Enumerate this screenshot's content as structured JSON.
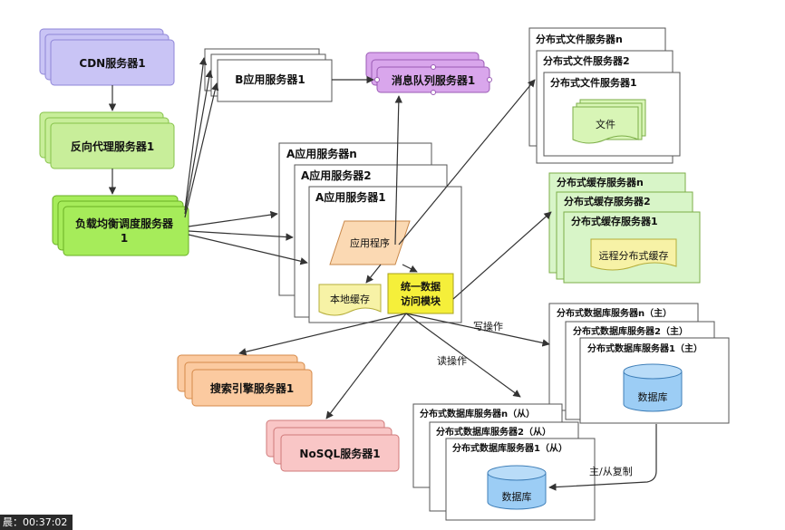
{
  "diagram": {
    "cdn": "CDN服务器1",
    "reverse_proxy": "反向代理服务器1",
    "load_balancer_line1": "负载均衡调度服务器",
    "load_balancer_line2": "1",
    "b_app": "B应用服务器1",
    "mq": "消息队列服务器1",
    "a_app_n": "A应用服务器n",
    "a_app_2": "A应用服务器2",
    "a_app_1": "A应用服务器1",
    "app_program": "应用程序",
    "local_cache": "本地缓存",
    "data_access_line1": "统一数据",
    "data_access_line2": "访问模块",
    "file_server_n": "分布式文件服务器n",
    "file_server_2": "分布式文件服务器2",
    "file_server_1": "分布式文件服务器1",
    "file": "文件",
    "cache_server_n": "分布式缓存服务器n",
    "cache_server_2": "分布式缓存服务器2",
    "cache_server_1": "分布式缓存服务器1",
    "remote_cache": "远程分布式缓存",
    "db_master_n": "分布式数据库服务器n（主）",
    "db_master_2": "分布式数据库服务器2（主）",
    "db_master_1": "分布式数据库服务器1（主）",
    "database_master": "数据库",
    "search_engine": "搜索引擎服务器1",
    "nosql": "NoSQL服务器1",
    "db_slave_n": "分布式数据库服务器n（从）",
    "db_slave_2": "分布式数据库服务器2（从）",
    "db_slave_1": "分布式数据库服务器1（从）",
    "database_slave": "数据库",
    "write_op": "写操作",
    "read_op": "读操作",
    "replication": "主/从复制"
  },
  "overlay": {
    "timestamp": "晨：00:37:02"
  },
  "colors": {
    "cdn": "#c9c4f5",
    "proxy": "#c8ee9a",
    "lb": "#a6ec5a",
    "mq": "#d9a6ec",
    "app": "#fbd9b3",
    "cache_local": "#f7f2a6",
    "data_access": "#f5ef3a",
    "file_doc": "#d8f5b6",
    "cache_server": "#d8f5c8",
    "cache_doc": "#f7f2a6",
    "db": "#9ccdf5",
    "search": "#fbcaa0",
    "nosql": "#f9c6c6"
  }
}
